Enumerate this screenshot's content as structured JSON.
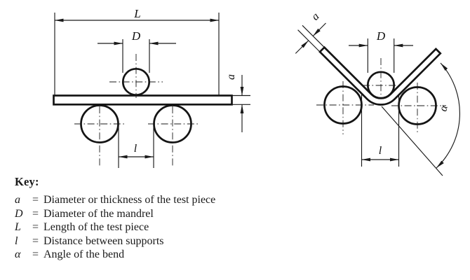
{
  "diagram_labels": {
    "left": {
      "L": "L",
      "D": "D",
      "a": "a",
      "l": "l"
    },
    "right": {
      "a": "a",
      "D": "D",
      "l": "l",
      "alpha": "α"
    }
  },
  "key": {
    "title": "Key:",
    "entries": [
      {
        "symbol": "a",
        "eq": "=",
        "description": "Diameter or thickness of the test piece"
      },
      {
        "symbol": "D",
        "eq": "=",
        "description": "Diameter of the mandrel"
      },
      {
        "symbol": "L",
        "eq": "=",
        "description": "Length of the test piece"
      },
      {
        "symbol": "l",
        "eq": "=",
        "description": "Distance between supports"
      },
      {
        "symbol": "α",
        "eq": "=",
        "description": "Angle of the bend"
      }
    ]
  },
  "colors": {
    "line": "#1a1a1a",
    "background": "#ffffff"
  }
}
